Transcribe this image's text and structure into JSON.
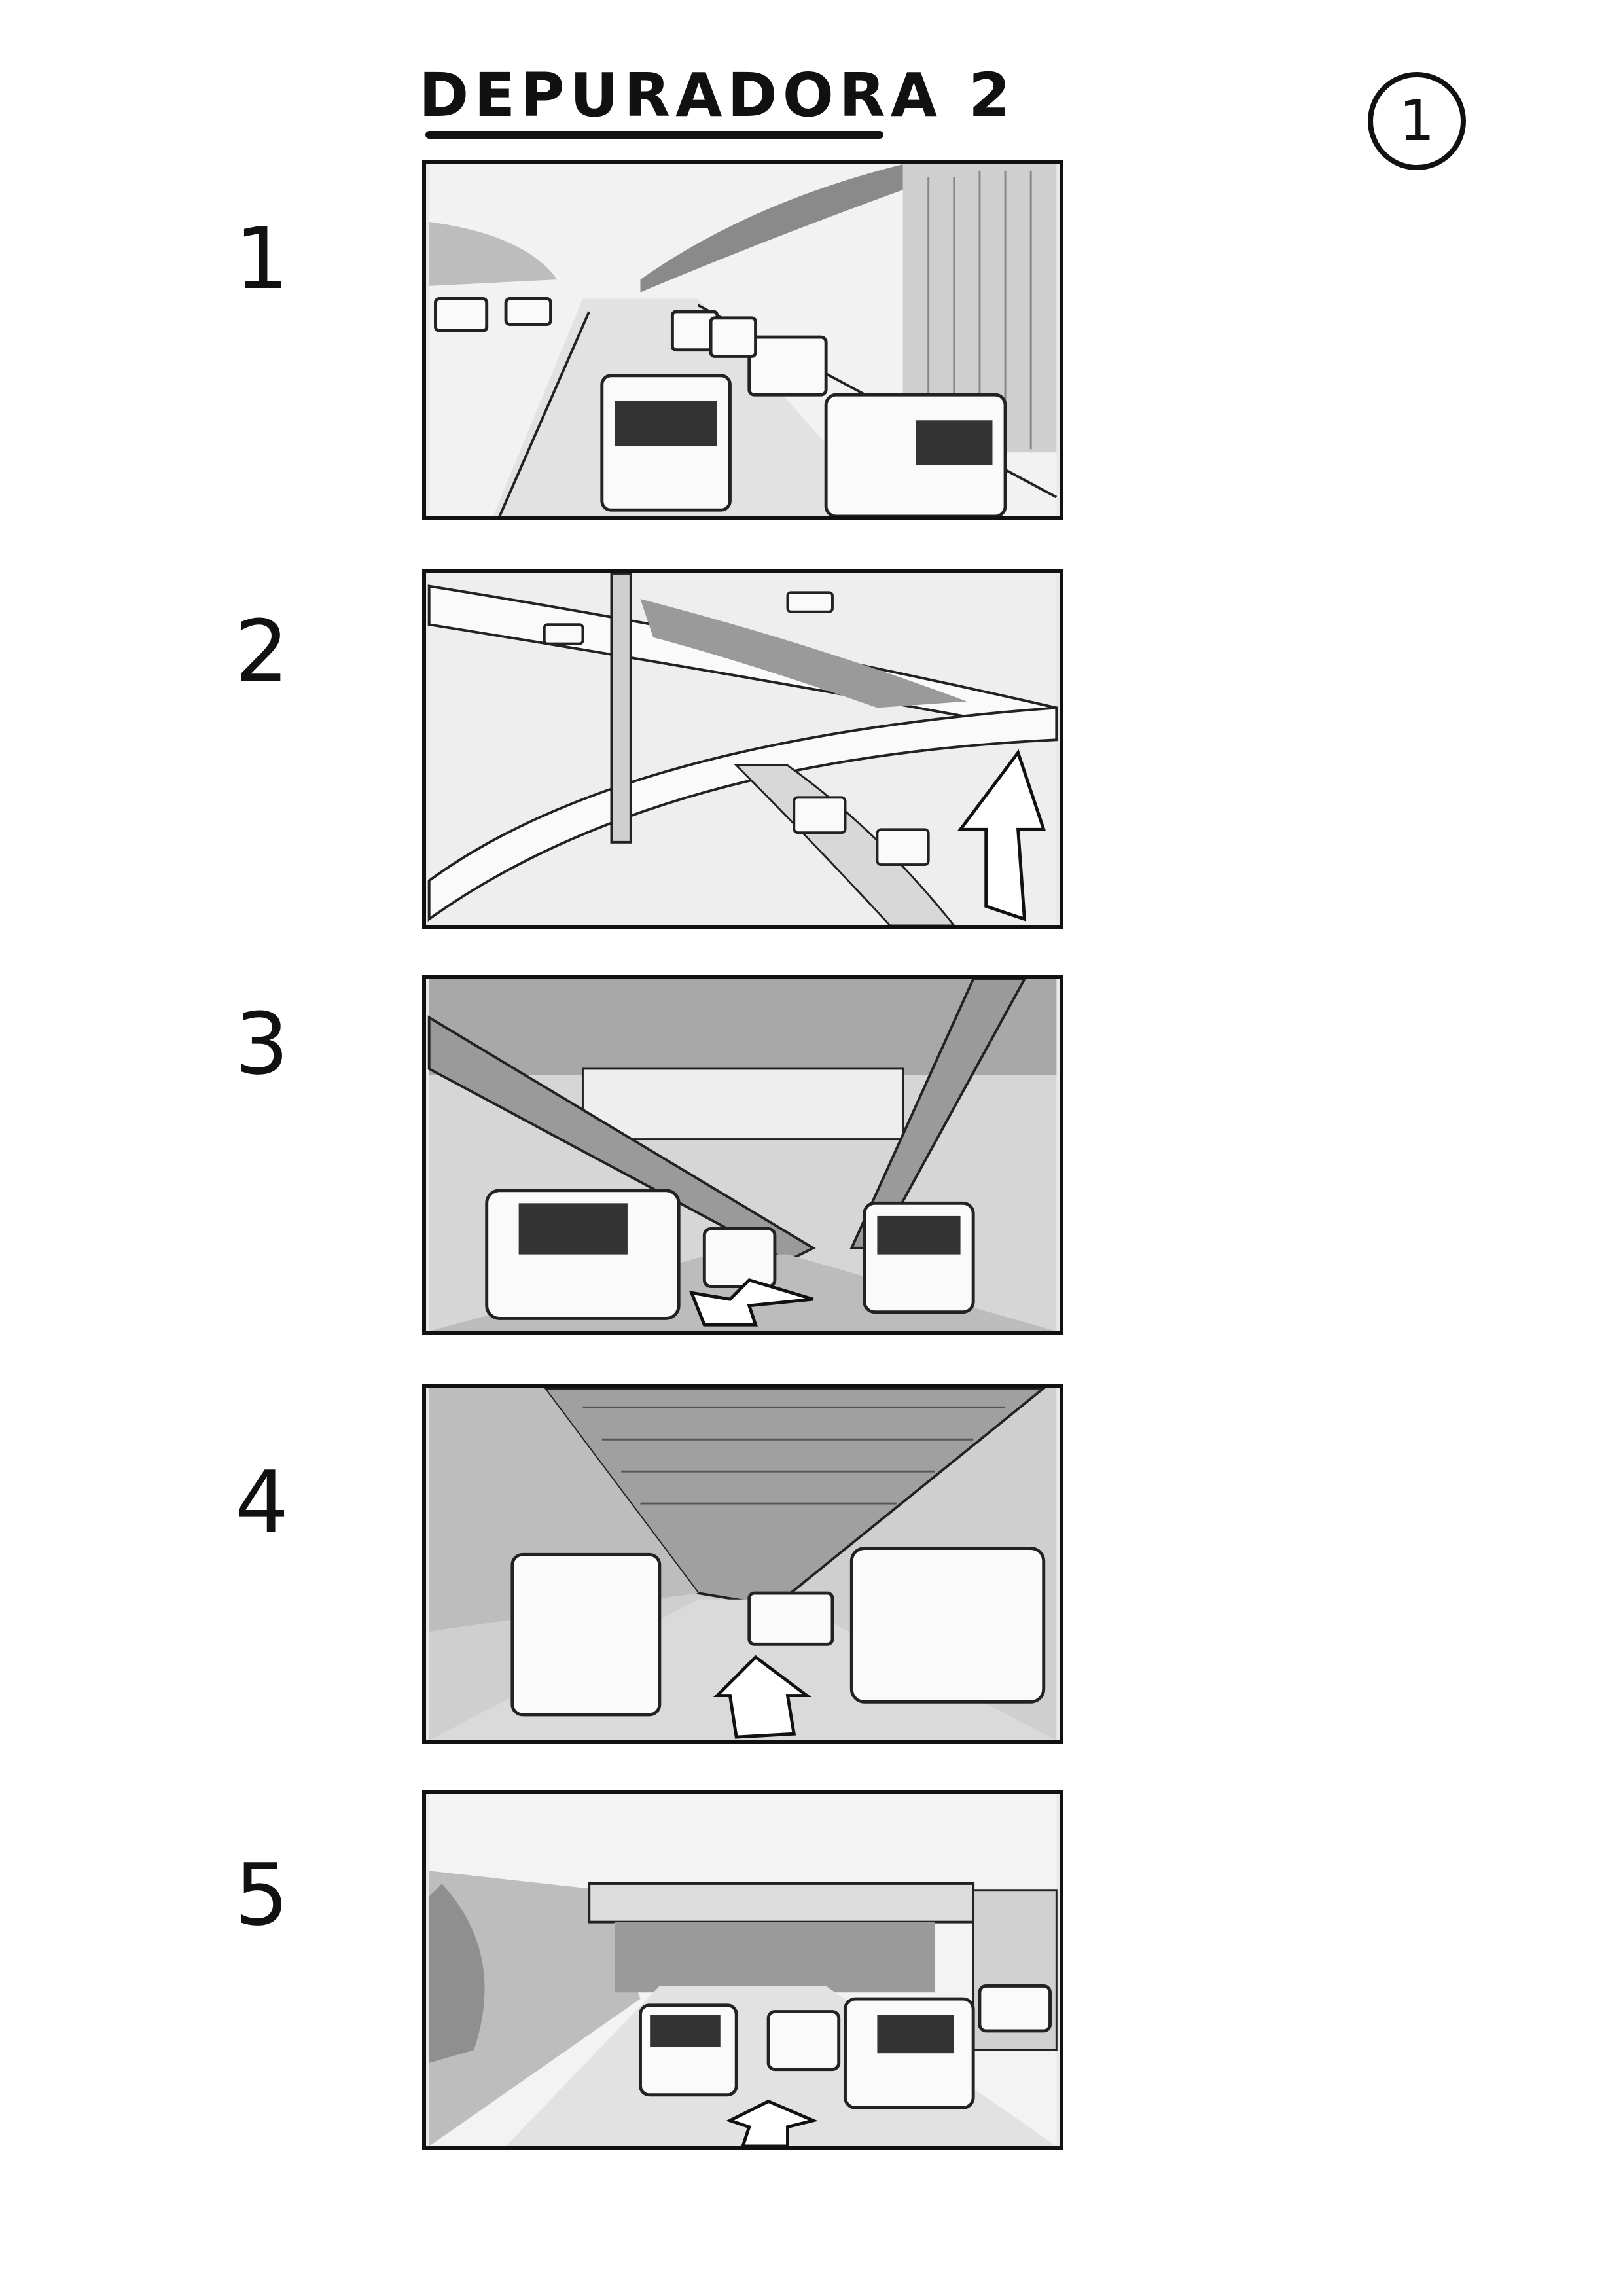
{
  "header": {
    "title": "DEPURADORA 2",
    "page_number": "1"
  },
  "shots": [
    {
      "number": "1"
    },
    {
      "number": "2"
    },
    {
      "number": "3"
    },
    {
      "number": "4"
    },
    {
      "number": "5"
    }
  ]
}
